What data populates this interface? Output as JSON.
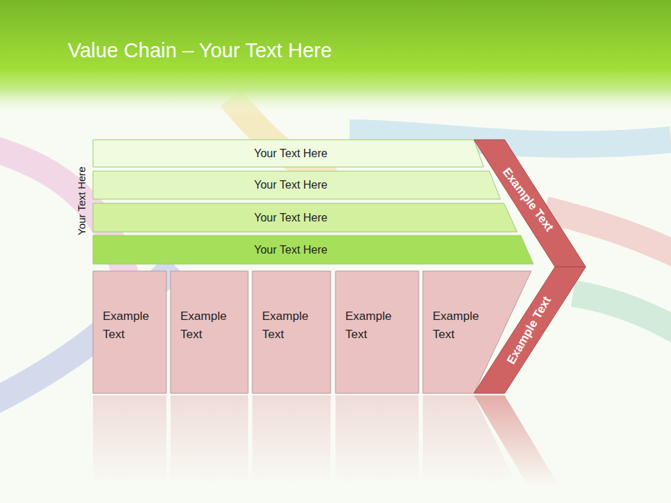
{
  "diagram": {
    "title": "Value Chain – Your Text Here",
    "nodes": [
      {
        "text": [
          "Your Text Here"
        ]
      },
      {
        "text": [
          "Your Text Here"
        ]
      },
      {
        "text": [
          "Your Text Here"
        ]
      },
      {
        "text": [
          "Your Text Here"
        ]
      },
      {
        "text": [
          "Example Text"
        ]
      },
      {
        "text": [
          "Example Text"
        ]
      },
      {
        "text": [
          "Example Text"
        ]
      },
      {
        "text": [
          "Example Text"
        ]
      },
      {
        "text": [
          "Example Text"
        ]
      },
      {
        "text": [
          "Example Text"
        ]
      },
      {
        "text": [
          "Example Text"
        ]
      }
    ],
    "labels": [
      "Your Text Here"
    ]
  }
}
